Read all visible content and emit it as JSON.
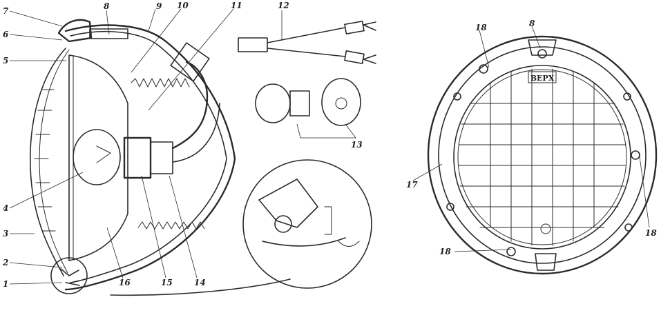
{
  "callouts": {
    "c1": "1",
    "c2": "2",
    "c3": "3",
    "c4": "4",
    "c5": "5",
    "c6": "6",
    "c7": "7",
    "c8": "8",
    "c9": "9",
    "c10": "10",
    "c11": "11",
    "c12": "12",
    "c13": "13",
    "c14": "14",
    "c15": "15",
    "c16": "16",
    "front8": "8",
    "front17": "17",
    "front18a": "18",
    "front18b": "18",
    "front18c": "18"
  },
  "lens_mark_top": "ВЕРХ"
}
